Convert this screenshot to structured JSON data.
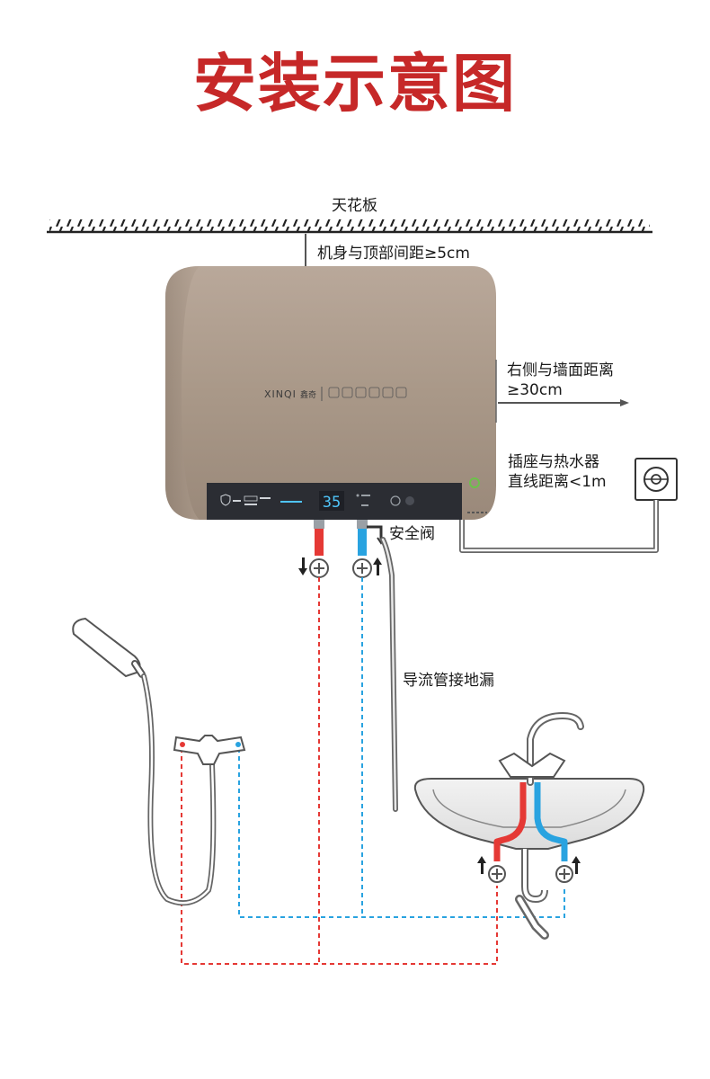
{
  "title": "安装示意图",
  "labels": {
    "ceiling": "天花板",
    "top_clearance": "机身与顶部间距≥5cm",
    "right_clearance_line1": "右侧与墙面距离",
    "right_clearance_line2": "≥30cm",
    "socket_line1": "插座与热水器",
    "socket_line2": "直线距离<1m",
    "safety_valve": "安全阀",
    "drain": "导流管接地漏"
  },
  "heater": {
    "brand": "XINQI",
    "brand_cn": "鑫奇",
    "display_temp": "35"
  },
  "colors": {
    "title": "#c62828",
    "hot": "#e53935",
    "cold": "#29a3e0",
    "heater_body": "#ab9a8b",
    "panel": "#2b2d33",
    "display": "#4fc3f7"
  }
}
